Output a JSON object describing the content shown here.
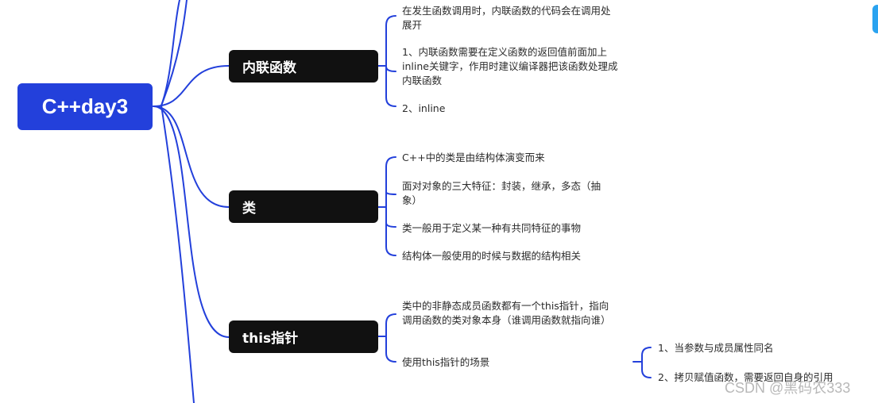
{
  "root": {
    "label": "C++day3"
  },
  "branches": [
    {
      "label": "内联函数",
      "items": [
        "在发生函数调用时，内联函数的代码会在调用处\n展开",
        "1、内联函数需要在定义函数的返回值前面加上\ninline关键字，作用时建议编译器把该函数处理成\n内联函数",
        "2、inline"
      ]
    },
    {
      "label": "类",
      "items": [
        "C++中的类是由结构体演变而来",
        "面对对象的三大特征：封装，继承，多态（抽\n象）",
        "类一般用于定义某一种有共同特征的事物",
        "结构体一般使用的时候与数据的结构相关"
      ]
    },
    {
      "label": "this指针",
      "items": [
        "类中的非静态成员函数都有一个this指针，指向\n调用函数的类对象本身（谁调用函数就指向谁）",
        "使用this指针的场景"
      ],
      "subitems": [
        "1、当参数与成员属性同名",
        "2、拷贝赋值函数，需要返回自身的引用"
      ]
    }
  ],
  "watermark": "CSDN @黑码农333",
  "colors": {
    "root": "#2340db",
    "node": "#111111",
    "line": "#2340db",
    "tab": "#2aa3f0"
  }
}
